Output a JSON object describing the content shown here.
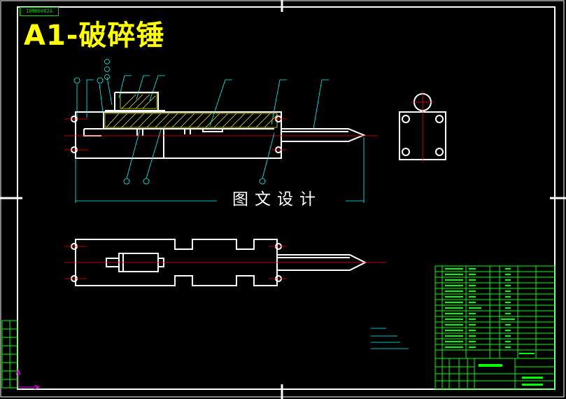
{
  "drawing": {
    "title": "A1-破碎锤",
    "watermark": "图文设计",
    "stamp": "10900082A"
  },
  "colors": {
    "background": "#000000",
    "outline": "#ffffff",
    "leader": "#00ffff",
    "centerline": "#ff0000",
    "hatch": "#ffff00",
    "title_block": "#00ff00",
    "title_text": "#ffff00"
  }
}
